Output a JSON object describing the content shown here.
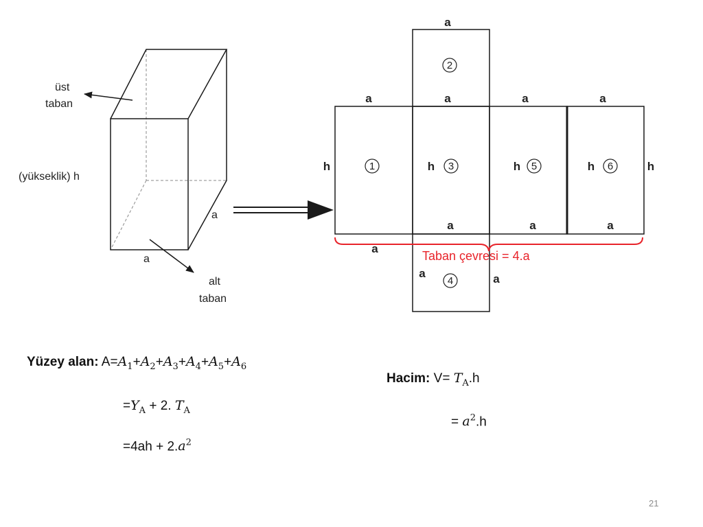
{
  "prism_labels": {
    "top_base": [
      "üst",
      "taban"
    ],
    "height": "(yükseklik) h",
    "side_a": "a",
    "bottom_a": "a",
    "bottom_base": [
      "alt",
      "taban"
    ]
  },
  "net_labels": {
    "a": "a",
    "h": "h",
    "faces": [
      "1",
      "2",
      "3",
      "4",
      "5",
      "6"
    ],
    "perimeter": "Taban çevresi = 4.a"
  },
  "colors": {
    "perimeter": "#e8232a",
    "edge": "#1a1a1a"
  },
  "surface": {
    "label": "Yüzey alan:",
    "prefix": "A=",
    "A": "A",
    "subs": [
      "1",
      "2",
      "3",
      "4",
      "5",
      "6"
    ],
    "line2": {
      "eq": "=",
      "Y": "Y",
      "sub": "A",
      "plus": " + 2. ",
      "T": "T",
      "sub2": "A"
    },
    "line3": {
      "text": "=4ah + 2.",
      "a": "a",
      "exp": "2"
    }
  },
  "volume": {
    "label": "Hacim:",
    "line1": {
      "prefix": "V= ",
      "T": "T",
      "sub": "A",
      "suffix": ".h"
    },
    "line2": {
      "prefix": "= ",
      "a": "a",
      "exp": "2",
      "suffix": ".h"
    }
  },
  "slide_number": "21"
}
